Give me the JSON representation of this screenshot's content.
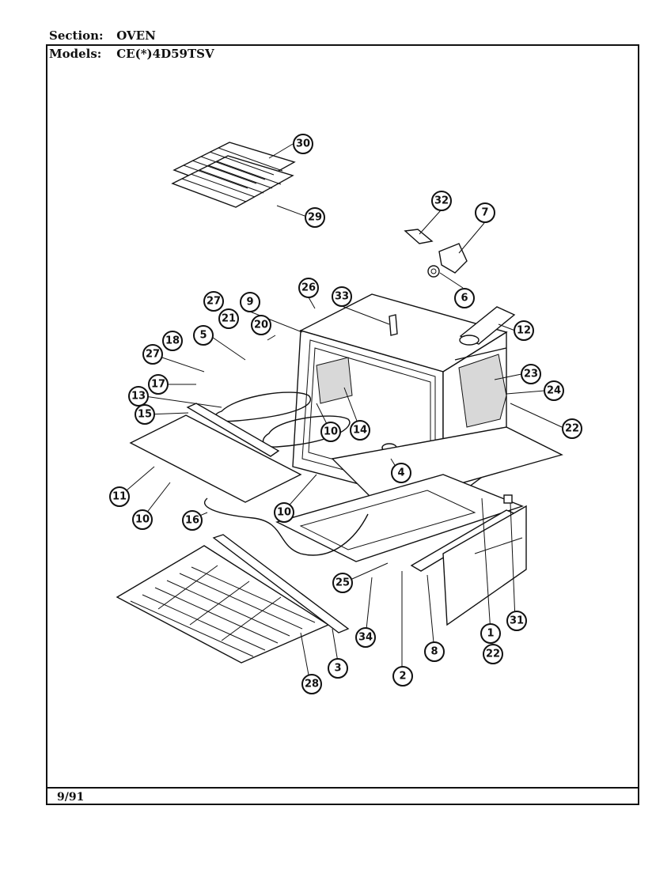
{
  "header": {
    "section_key": "Section:",
    "section_value": "OVEN",
    "models_key": "Models:",
    "models_value": "CE(*)4D59TSV"
  },
  "footer": {
    "date": "9/91"
  },
  "callouts": [
    "30",
    "29",
    "32",
    "7",
    "6",
    "26",
    "33",
    "27",
    "9",
    "21",
    "20",
    "12",
    "18",
    "5",
    "23",
    "27",
    "17",
    "24",
    "13",
    "15",
    "10",
    "14",
    "22",
    "4",
    "11",
    "10",
    "10",
    "16",
    "25",
    "34",
    "8",
    "1",
    "22",
    "31",
    "3",
    "28",
    "2"
  ]
}
